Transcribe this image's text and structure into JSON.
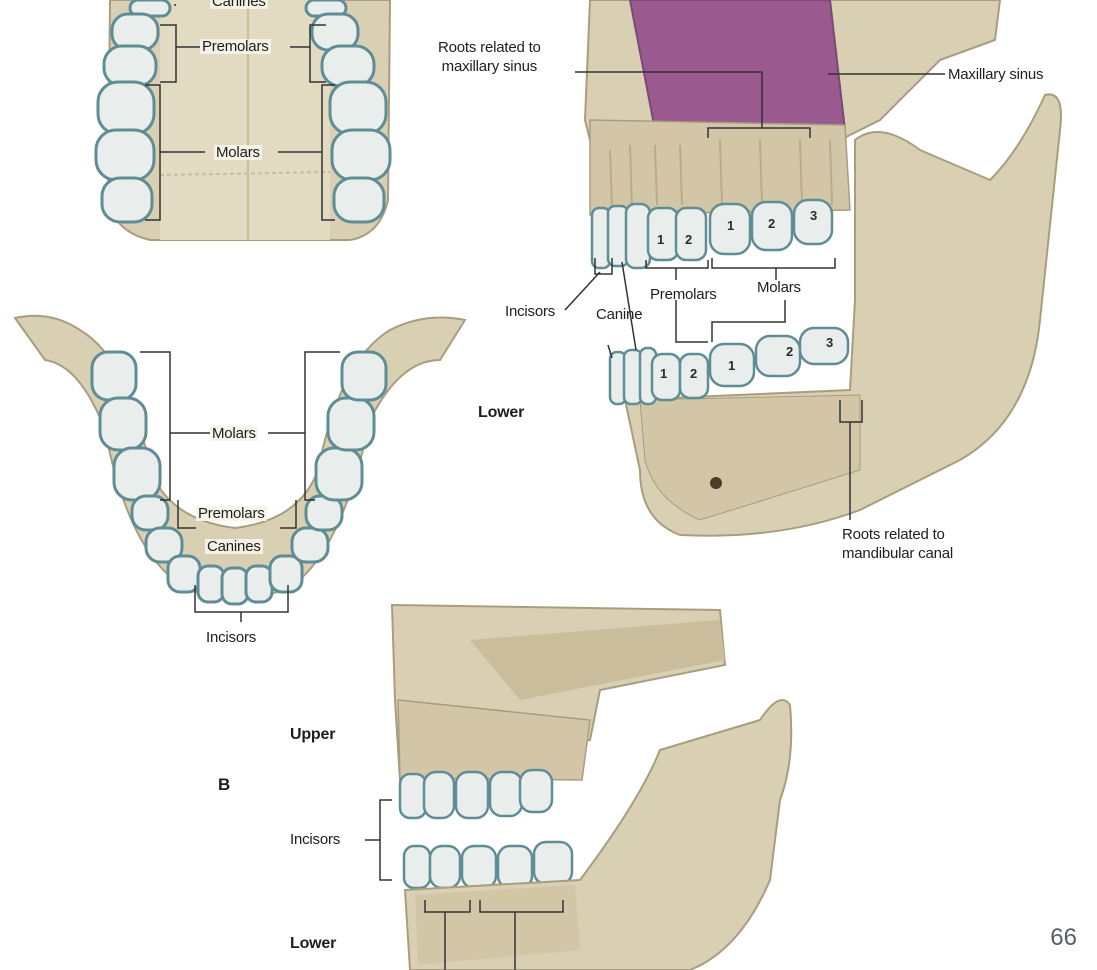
{
  "colors": {
    "bone": "#d9cfb3",
    "bone_shadow": "#b9ae90",
    "enamel": "#e9eeec",
    "enamel_outline": "#5f8d96",
    "sinus": "#9a5a8f",
    "background": "#ffffff"
  },
  "upper_arch": {
    "canines": "Canines",
    "premolars": "Premolars",
    "molars": "Molars"
  },
  "lower_arch": {
    "molars": "Molars",
    "premolars": "Premolars",
    "canines": "Canines",
    "incisors": "Incisors"
  },
  "lateral_view": {
    "roots_maxillary": [
      "Roots related to",
      "maxillary sinus"
    ],
    "maxillary_sinus": "Maxillary sinus",
    "incisors": "Incisors",
    "canine": "Canine",
    "premolars": "Premolars",
    "molars": "Molars",
    "lower": "Lower",
    "roots_mandibular": [
      "Roots related to",
      "mandibular canal"
    ],
    "upper_numbers": [
      "1",
      "2",
      "1",
      "2",
      "3"
    ],
    "lower_numbers": [
      "1",
      "2",
      "1",
      "2",
      "3"
    ]
  },
  "panel_b": {
    "letter": "B",
    "upper": "Upper",
    "incisors": "Incisors",
    "lower": "Lower"
  },
  "page_number": "66"
}
